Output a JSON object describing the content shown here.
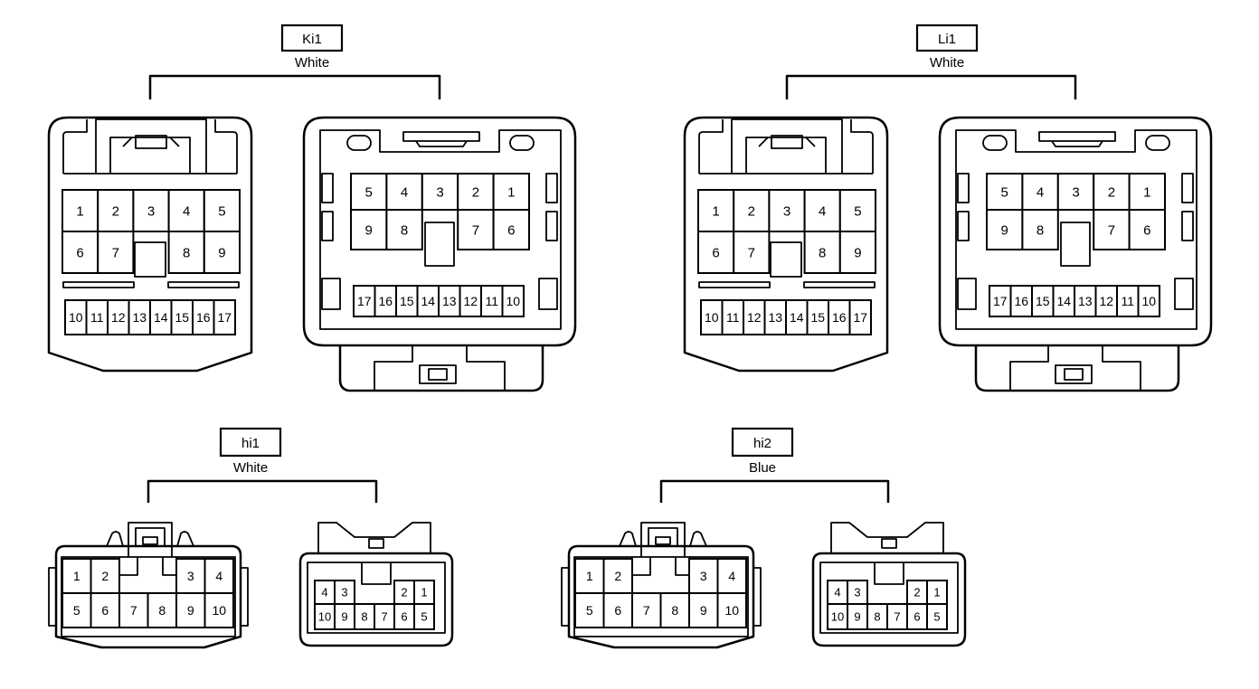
{
  "connectors": [
    {
      "id": "Ki1",
      "label": "Ki1",
      "color": "White",
      "variant": "large",
      "female_pins": {
        "row1": [
          "1",
          "2",
          "3",
          "4",
          "5"
        ],
        "row2": [
          "6",
          "7",
          "",
          "8",
          "9"
        ],
        "row3": [
          "10",
          "11",
          "12",
          "13",
          "14",
          "15",
          "16",
          "17"
        ]
      },
      "male_pins": {
        "row1": [
          "5",
          "4",
          "3",
          "2",
          "1"
        ],
        "row2": [
          "9",
          "8",
          "",
          "7",
          "6"
        ],
        "row3": [
          "17",
          "16",
          "15",
          "14",
          "13",
          "12",
          "11",
          "10"
        ]
      }
    },
    {
      "id": "Li1",
      "label": "Li1",
      "color": "White",
      "variant": "large",
      "female_pins": {
        "row1": [
          "1",
          "2",
          "3",
          "4",
          "5"
        ],
        "row2": [
          "6",
          "7",
          "",
          "8",
          "9"
        ],
        "row3": [
          "10",
          "11",
          "12",
          "13",
          "14",
          "15",
          "16",
          "17"
        ]
      },
      "male_pins": {
        "row1": [
          "5",
          "4",
          "3",
          "2",
          "1"
        ],
        "row2": [
          "9",
          "8",
          "",
          "7",
          "6"
        ],
        "row3": [
          "17",
          "16",
          "15",
          "14",
          "13",
          "12",
          "11",
          "10"
        ]
      }
    },
    {
      "id": "hi1",
      "label": "hi1",
      "color": "White",
      "variant": "small",
      "female_pins": {
        "row1": [
          "1",
          "2",
          "",
          "",
          "3",
          "4"
        ],
        "row2": [
          "5",
          "6",
          "7",
          "8",
          "9",
          "10"
        ]
      },
      "male_pins": {
        "row1": [
          "4",
          "3",
          "",
          "",
          "2",
          "1"
        ],
        "row2": [
          "10",
          "9",
          "8",
          "7",
          "6",
          "5"
        ]
      }
    },
    {
      "id": "hi2",
      "label": "hi2",
      "color": "Blue",
      "variant": "small",
      "female_pins": {
        "row1": [
          "1",
          "2",
          "",
          "",
          "3",
          "4"
        ],
        "row2": [
          "5",
          "6",
          "7",
          "8",
          "9",
          "10"
        ]
      },
      "male_pins": {
        "row1": [
          "4",
          "3",
          "",
          "",
          "2",
          "1"
        ],
        "row2": [
          "10",
          "9",
          "8",
          "7",
          "6",
          "5"
        ]
      }
    }
  ]
}
